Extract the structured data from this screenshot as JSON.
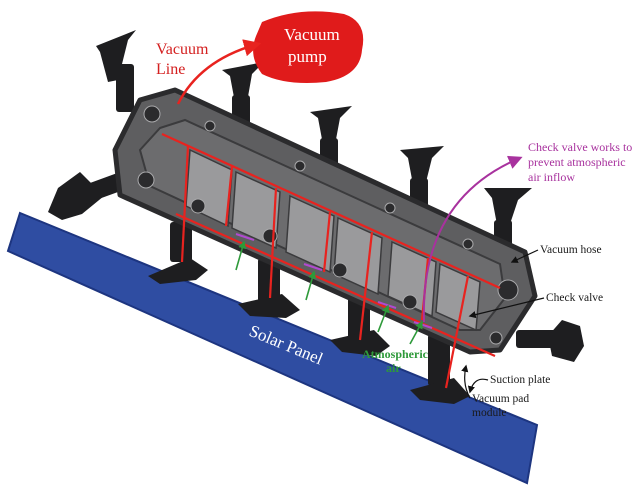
{
  "labels": {
    "vacuum_line": [
      "Vacuum",
      "Line"
    ],
    "vacuum_pump": [
      "Vacuum",
      "pump"
    ],
    "check_valve_note": [
      "Check valve works to",
      "prevent atmospheric",
      "air inflow"
    ],
    "vacuum_hose": "Vacuum hose",
    "check_valve": "Check valve",
    "atmospheric_air": [
      "Atmospheric",
      "air"
    ],
    "suction_plate": "Suction plate",
    "vacuum_pad_module": [
      "Vacuum pad",
      "module"
    ],
    "solar_panel": "Solar Panel"
  },
  "colors": {
    "panel": "#2f4da2",
    "panel_edge": "#1d3580",
    "robot_body": "#5e5e60",
    "robot_dark": "#2b2b2d",
    "robot_light": "#a9a9ab",
    "vacuum_line": "#e8231f",
    "pump": "#e01b1b",
    "note_magenta": "#a8329e",
    "air_green": "#2e9a3a",
    "valve_marker": "#b04ad0",
    "label_text": "#1a1a1a"
  }
}
